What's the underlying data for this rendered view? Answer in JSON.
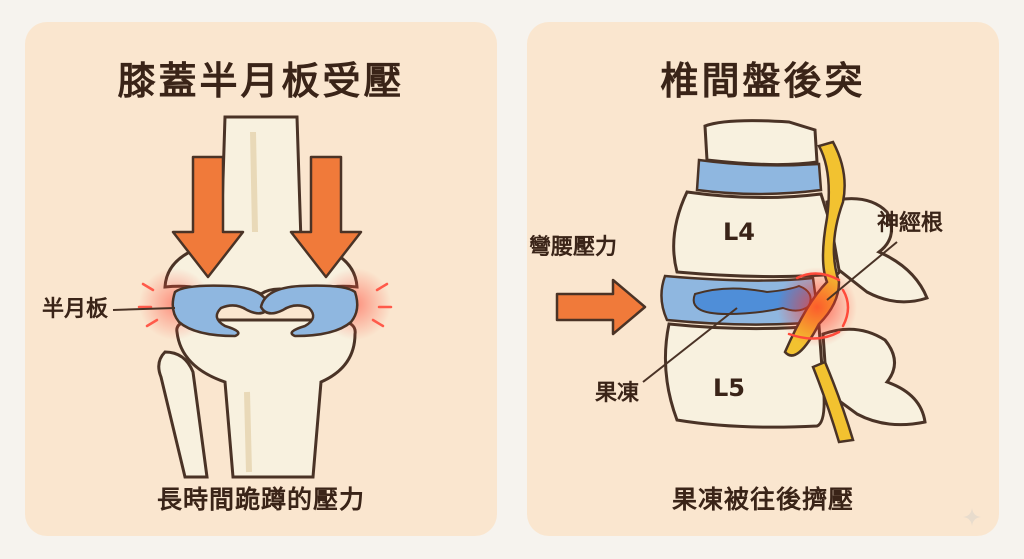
{
  "left_panel": {
    "title": "膝蓋半月板受壓",
    "meniscus_label": "半月板",
    "caption": "長時間跪蹲的壓力"
  },
  "right_panel": {
    "title": "椎間盤後突",
    "force_label": "彎腰壓力",
    "upper_vertebra": "L4",
    "lower_vertebra": "L5",
    "nerve_label": "神經根",
    "nucleus_label": "果凍",
    "caption": "果凍被往後擠壓"
  },
  "colors": {
    "panel_bg": "#fae6cf",
    "bone": "#f8f1df",
    "bone_shade": "#e9d9b8",
    "outline": "#4a3326",
    "meniscus": "#8fb7e0",
    "arrow": "#f07a3a",
    "pain_glow": "#ff4a3a",
    "nerve": "#f2c230"
  }
}
